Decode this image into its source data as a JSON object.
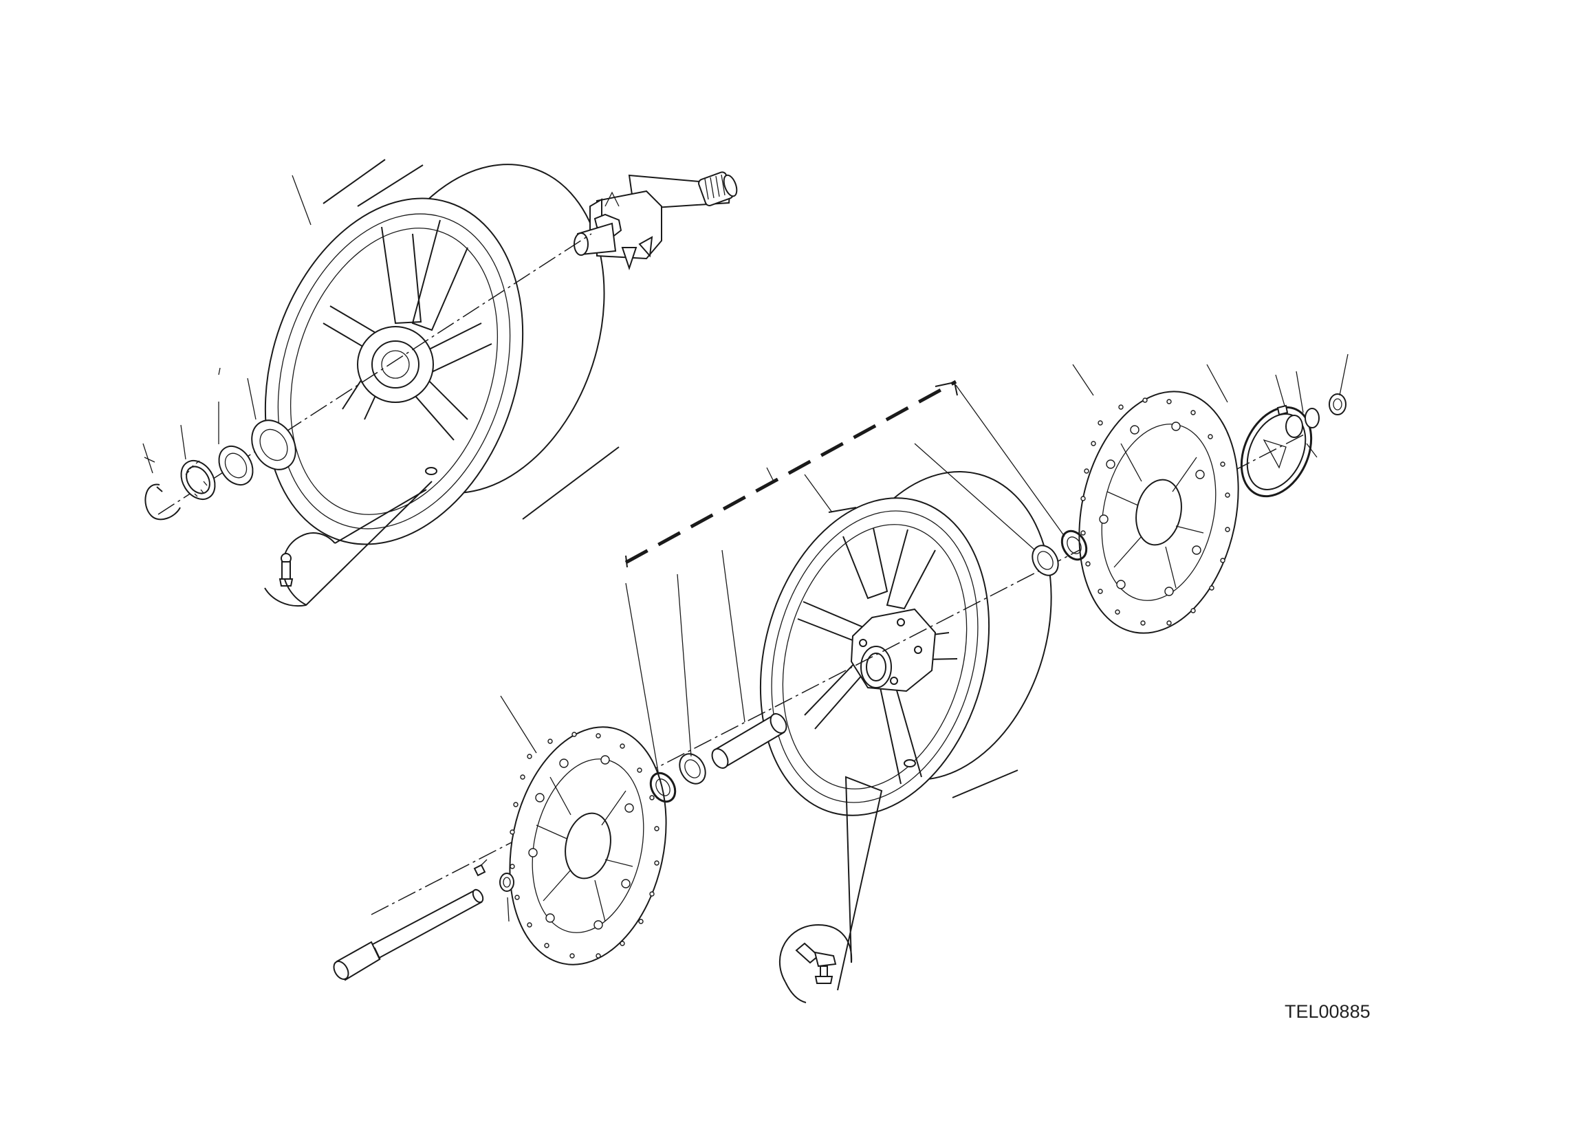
{
  "diagram": {
    "drawing_code": "TEL00885",
    "line_color": "#1a1a1a",
    "fill_color": "#ffffff",
    "parts": [
      "rear-wheel-rim",
      "rear-wheel-shaft",
      "rear-wheel-circlip",
      "rear-wheel-ring-nut",
      "rear-wheel-washer",
      "rear-wheel-seal",
      "rear-valve-detail",
      "front-wheel-rim",
      "front-brake-disc-left",
      "front-brake-disc-right",
      "abs-tone-ring",
      "front-wheel-spacer",
      "front-wheel-bearings",
      "front-wheel-seals",
      "front-wheel-axle",
      "disc-screws",
      "front-valve-detail"
    ]
  }
}
